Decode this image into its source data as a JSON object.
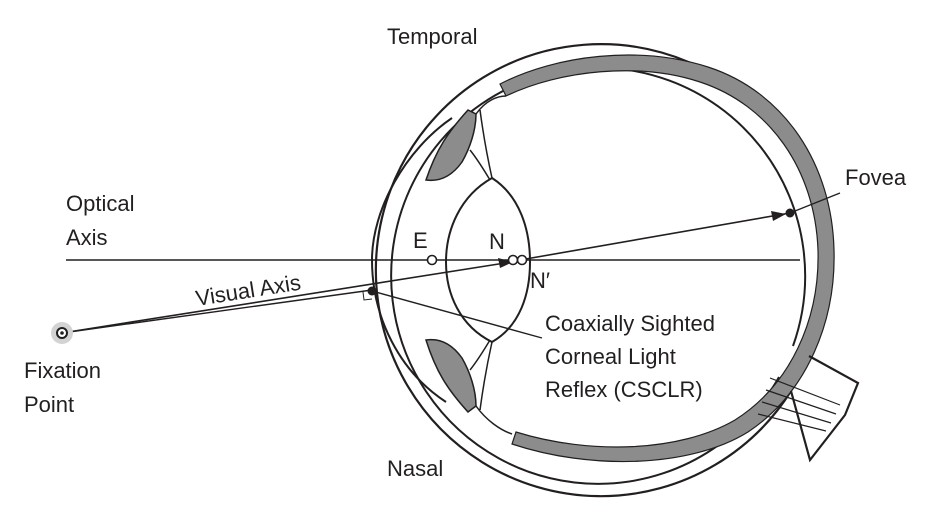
{
  "labels": {
    "temporal": "Temporal",
    "nasal": "Nasal",
    "optical_axis_line1": "Optical",
    "optical_axis_line2": "Axis",
    "visual_axis": "Visual Axis",
    "fixation_line1": "Fixation",
    "fixation_line2": "Point",
    "fovea": "Fovea",
    "point_e": "E",
    "point_n": "N",
    "point_n_prime": "N′",
    "csclr_line1": "Coaxially Sighted",
    "csclr_line2": "Corneal Light",
    "csclr_line3": "Reflex (CSCLR)"
  },
  "colors": {
    "ink": "#231f20",
    "tissue_gray": "#8c8c8c",
    "fixation_halo": "#d3d3d3",
    "background": "#ffffff"
  }
}
